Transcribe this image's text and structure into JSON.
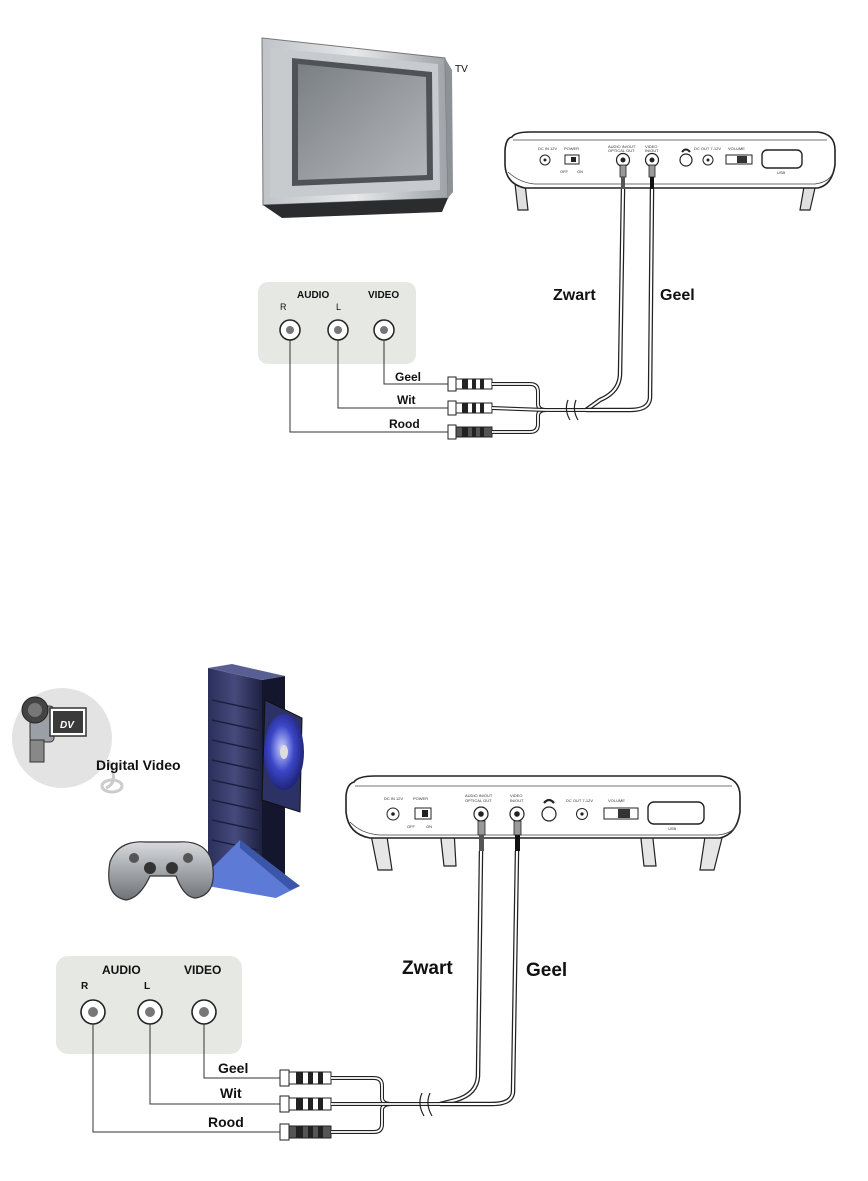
{
  "diagram1": {
    "tv_label": "TV",
    "player_panel": {
      "dc_in": "DC IN 12V",
      "power": "POWER",
      "power_off": "OFF",
      "power_on": "ON",
      "audio_io": "AUDIO IN/OUT",
      "optical": "OPTICAL OUT",
      "video_io_1": "VIDEO",
      "video_io_2": "IN/OUT",
      "dc_out": "DC OUT 7-12V",
      "volume": "VOLUME",
      "usb": "USB"
    },
    "panel": {
      "audio": "AUDIO",
      "r": "R",
      "l": "L",
      "video": "VIDEO"
    },
    "cable_black": "Zwart",
    "cable_yellow": "Geel",
    "plug_yellow": "Geel",
    "plug_white": "Wit",
    "plug_red": "Rood"
  },
  "diagram2": {
    "dv_badge": "DV",
    "digital_video": "Digital Video",
    "player_panel": {
      "dc_in": "DC IN 12V",
      "power": "POWER",
      "power_off": "OFF",
      "power_on": "ON",
      "audio_io": "AUDIO IN/OUT",
      "optical": "OPTICAL OUT",
      "video_io_1": "VIDEO",
      "video_io_2": "IN/OUT",
      "dc_out": "DC OUT 7-12V",
      "volume": "VOLUME",
      "usb": "USB"
    },
    "panel": {
      "audio": "AUDIO",
      "r": "R",
      "l": "L",
      "video": "VIDEO"
    },
    "cable_black": "Zwart",
    "cable_yellow": "Geel",
    "plug_yellow": "Geel",
    "plug_white": "Wit",
    "plug_red": "Rood"
  }
}
